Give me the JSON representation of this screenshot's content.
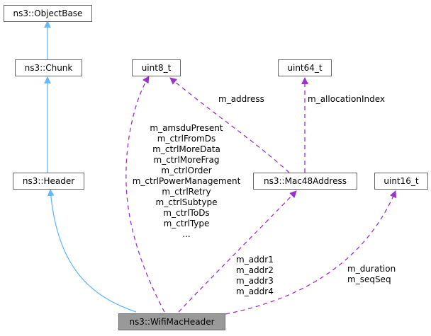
{
  "diagram": {
    "type": "collaboration-graph",
    "focus_class": "ns3::WifiMacHeader",
    "colors": {
      "inheritance_edge": "#63b8ff",
      "usage_edge": "#9a32cd",
      "node_border": "#666666",
      "focus_fill": "#999999"
    },
    "nodes": {
      "object_base": "ns3::ObjectBase",
      "chunk": "ns3::Chunk",
      "header": "ns3::Header",
      "uint8": "uint8_t",
      "uint64": "uint64_t",
      "mac48": "ns3::Mac48Address",
      "uint16": "uint16_t",
      "wifi_mac_header": "ns3::WifiMacHeader"
    },
    "edges": [
      {
        "from": "ns3::Chunk",
        "to": "ns3::ObjectBase",
        "kind": "inheritance",
        "label": ""
      },
      {
        "from": "ns3::Header",
        "to": "ns3::Chunk",
        "kind": "inheritance",
        "label": ""
      },
      {
        "from": "ns3::WifiMacHeader",
        "to": "ns3::Header",
        "kind": "inheritance",
        "label": ""
      },
      {
        "from": "ns3::WifiMacHeader",
        "to": "uint8_t",
        "kind": "usage",
        "label": "m_amsduPresent, m_ctrlFromDs, ..."
      },
      {
        "from": "ns3::Mac48Address",
        "to": "uint8_t",
        "kind": "usage",
        "label": "m_address"
      },
      {
        "from": "ns3::Mac48Address",
        "to": "uint64_t",
        "kind": "usage",
        "label": "m_allocationIndex"
      },
      {
        "from": "ns3::WifiMacHeader",
        "to": "ns3::Mac48Address",
        "kind": "usage",
        "label": "m_addr1..4"
      },
      {
        "from": "ns3::WifiMacHeader",
        "to": "uint16_t",
        "kind": "usage",
        "label": "m_duration, m_seqSeq"
      }
    ],
    "edge_labels": {
      "m_address": "m_address",
      "m_allocationIndex": "m_allocationIndex",
      "uint8_members": [
        "m_amsduPresent",
        "m_ctrlFromDs",
        "m_ctrlMoreData",
        "m_ctrlMoreFrag",
        "m_ctrlOrder",
        "m_ctrlPowerManagement",
        "m_ctrlRetry",
        "m_ctrlSubtype",
        "m_ctrlToDs",
        "m_ctrlType",
        "..."
      ],
      "mac48_members": [
        "m_addr1",
        "m_addr2",
        "m_addr3",
        "m_addr4"
      ],
      "uint16_members": [
        "m_duration",
        "m_seqSeq"
      ]
    }
  }
}
